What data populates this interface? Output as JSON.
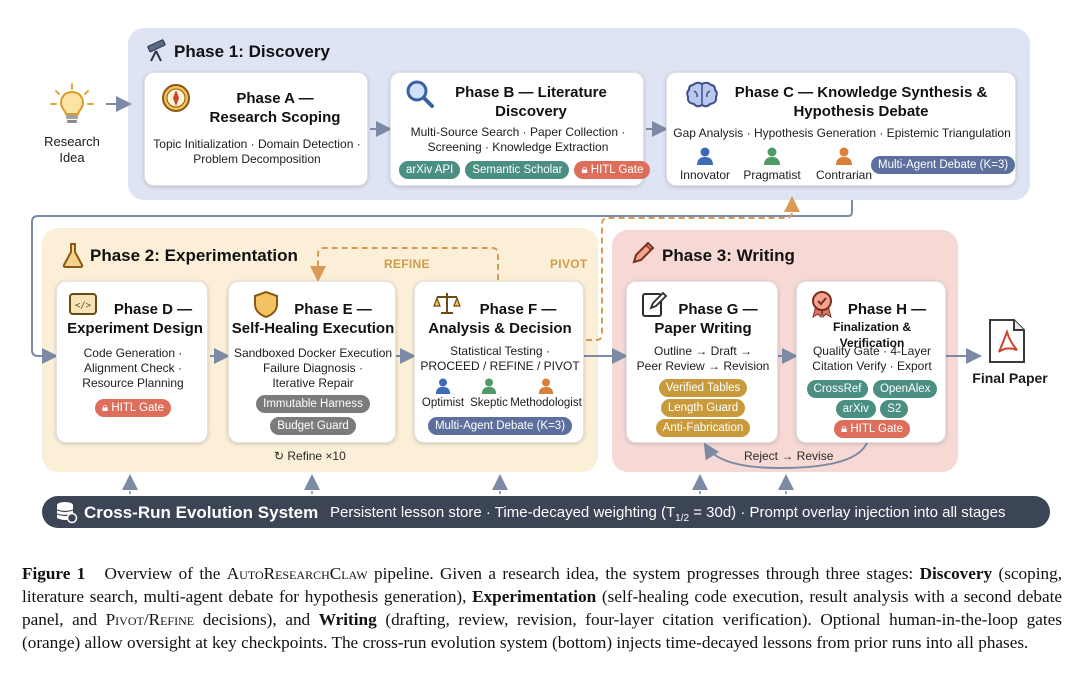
{
  "input": {
    "label_line1": "Research",
    "label_line2": "Idea"
  },
  "output": {
    "label": "Final Paper"
  },
  "phase1": {
    "title": "Phase 1: Discovery",
    "cardA": {
      "title_line1": "Phase A —",
      "title_line2": "Research Scoping",
      "desc_line1": "Topic Initialization · Domain Detection ·",
      "desc_line2": "Problem Decomposition"
    },
    "cardB": {
      "title_line1": "Phase B — Literature",
      "title_line2": "Discovery",
      "desc_line1": "Multi-Source Search · Paper Collection ·",
      "desc_line2": "Screening · Knowledge Extraction",
      "tags": [
        "arXiv API",
        "Semantic Scholar",
        "HITL Gate"
      ]
    },
    "cardC": {
      "title_line1": "Phase C — Knowledge Synthesis &",
      "title_line2": "Hypothesis Debate",
      "desc_line1": "Gap Analysis · Hypothesis Generation · Epistemic Triangulation",
      "agents": [
        "Innovator",
        "Pragmatist",
        "Contrarian"
      ],
      "debate": "Multi-Agent Debate (K=3)"
    }
  },
  "phase2": {
    "title": "Phase 2: Experimentation",
    "refine_label": "REFINE",
    "pivot_label": "PIVOT",
    "refine_loop": "Refine ×10",
    "cardD": {
      "title_line1": "Phase D —",
      "title_line2": "Experiment Design",
      "desc_line1": "Code Generation ·",
      "desc_line2": "Alignment Check ·",
      "desc_line3": "Resource Planning",
      "tag": "HITL Gate"
    },
    "cardE": {
      "title_line1": "Phase E —",
      "title_line2": "Self-Healing Execution",
      "desc_line1": "Sandboxed Docker Execution",
      "desc_line2": "Failure Diagnosis ·",
      "desc_line3": "Iterative Repair",
      "tags": [
        "Immutable Harness",
        "Budget Guard"
      ]
    },
    "cardF": {
      "title_line1": "Phase F —",
      "title_line2": "Analysis & Decision",
      "desc_line1": "Statistical Testing ·",
      "desc_line2": "PROCEED / REFINE / PIVOT",
      "agents": [
        "Optimist",
        "Skeptic",
        "Methodologist"
      ],
      "debate": "Multi-Agent Debate (K=3)"
    }
  },
  "phase3": {
    "title": "Phase 3: Writing",
    "reject_label": "Reject → Revise",
    "cardG": {
      "title_line1": "Phase G —",
      "title_line2": "Paper Writing",
      "desc_line1": "Outline → Draft →",
      "desc_line2": "Peer Review → Revision",
      "tags": [
        "Verified Tables",
        "Length Guard",
        "Anti-Fabrication"
      ]
    },
    "cardH": {
      "title_line1": "Phase H —",
      "title_line2": "Finalization & Verification",
      "desc_line1": "Quality Gate · 4-Layer",
      "desc_line2": "Citation Verify · Export",
      "tags": [
        "CrossRef",
        "OpenAlex",
        "arXiv",
        "S2",
        "HITL Gate"
      ]
    }
  },
  "evolution": {
    "title": "Cross-Run Evolution System",
    "desc_pre": "Persistent lesson store · Time-decayed weighting (T",
    "desc_sub": "1/2",
    "desc_post": " = 30d) · Prompt overlay injection into all stages"
  },
  "caption": {
    "label": "Figure 1",
    "s1": "Overview of the ",
    "sys_name": "AutoResearchClaw",
    "s2": " pipeline. Given a research idea, the system progresses through three stages: ",
    "b1": "Discovery",
    "s3": " (scoping, literature search, multi-agent debate for hypothesis generation), ",
    "b2": "Experimentation",
    "s4": " (self-healing code execution, result analysis with a second debate panel, and ",
    "sc1": "Pivot/Refine",
    "s5": " decisions), and ",
    "b3": "Writing",
    "s6": " (drafting, review, revision, four-layer citation verification). Optional human-in-the-loop gates (orange) allow oversight at key checkpoints. The cross-run evolution system (bottom) injects time-decayed lessons from prior runs into all phases."
  },
  "colors": {
    "phase1_bg": "#dfe4f5",
    "phase2_bg": "#fbefd8",
    "phase3_bg": "#f6d9d5",
    "arrow": "#7d8aa6",
    "dashed": "#d99a56",
    "hitl": "#dd6e5c",
    "evo_bar": "#3c4556"
  },
  "icons": [
    "lightbulb-icon",
    "telescope-icon",
    "compass-icon",
    "magnifier-icon",
    "brain-icon",
    "flask-icon",
    "code-icon",
    "shield-icon",
    "scale-icon",
    "pencil-icon",
    "edit-doc-icon",
    "award-icon",
    "pdf-doc-icon",
    "database-icon",
    "lock-icon",
    "refresh-icon",
    "person-icon"
  ]
}
